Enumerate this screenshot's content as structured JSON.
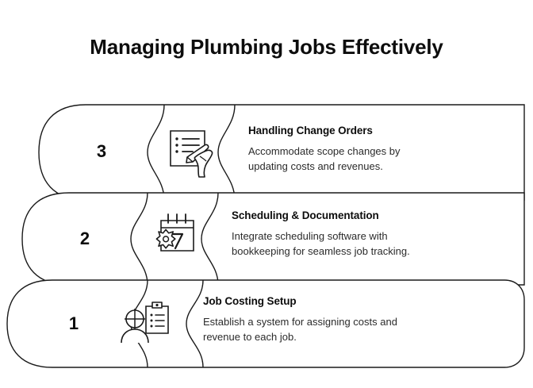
{
  "page": {
    "title": "Managing Plumbing Jobs Effectively",
    "background_color": "#ffffff",
    "stroke_color": "#1a1a1a",
    "text_color": "#111111"
  },
  "steps": [
    {
      "number": "3",
      "icon": "document-pen-hand-icon",
      "heading": "Handling Change Orders",
      "body": "Accommodate scope changes by\nupdating costs and revenues."
    },
    {
      "number": "2",
      "icon": "calendar-gear-icon",
      "heading": "Scheduling & Documentation",
      "body": "Integrate scheduling software with\nbookkeeping for seamless job tracking."
    },
    {
      "number": "1",
      "icon": "person-clipboard-icon",
      "heading": "Job Costing Setup",
      "body": "Establish a system for assigning costs and\nrevenue to each job."
    }
  ]
}
